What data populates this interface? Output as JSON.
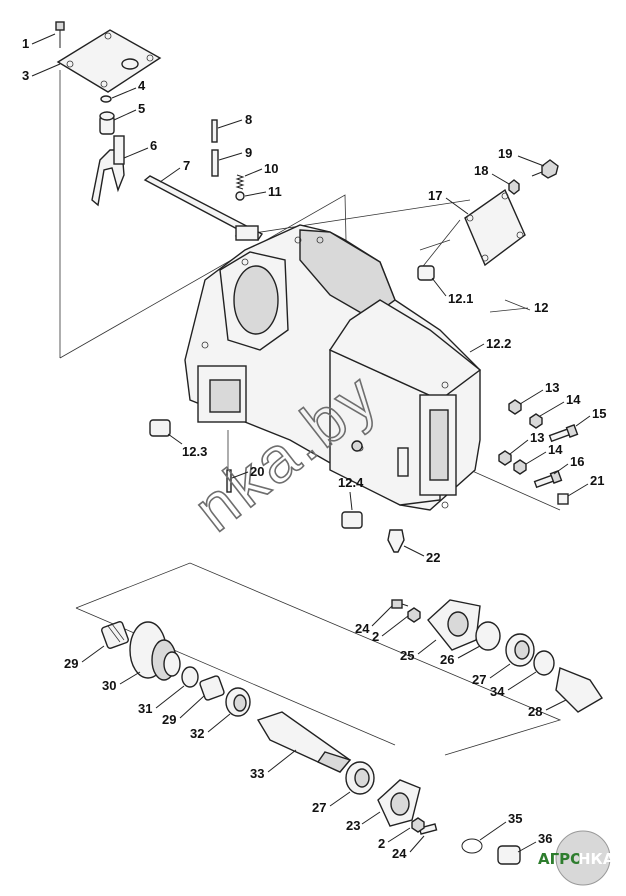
{
  "diagram": {
    "labels": {
      "p1": "1",
      "p3": "3",
      "p4": "4",
      "p5": "5",
      "p6": "6",
      "p7": "7",
      "p8": "8",
      "p9": "9",
      "p10": "10",
      "p11": "11",
      "p12": "12",
      "p12_1": "12.1",
      "p12_2": "12.2",
      "p12_3": "12.3",
      "p12_4": "12.4",
      "p13a": "13",
      "p13b": "13",
      "p14a": "14",
      "p14b": "14",
      "p15": "15",
      "p16": "16",
      "p17": "17",
      "p18": "18",
      "p19": "19",
      "p20": "20",
      "p21": "21",
      "p22": "22",
      "p2a": "2",
      "p2b": "2",
      "p23": "23",
      "p24a": "24",
      "p24b": "24",
      "p25": "25",
      "p26": "26",
      "p27a": "27",
      "p27b": "27",
      "p28": "28",
      "p29a": "29",
      "p29b": "29",
      "p30": "30",
      "p31": "31",
      "p32": "32",
      "p33": "33",
      "p34": "34",
      "p35": "35",
      "p36": "36"
    }
  },
  "watermark": {
    "text": "nka.by"
  },
  "logo": {
    "text_left": "АГРО",
    "text_right": "НКА",
    "accent": "#3a9a3a"
  }
}
